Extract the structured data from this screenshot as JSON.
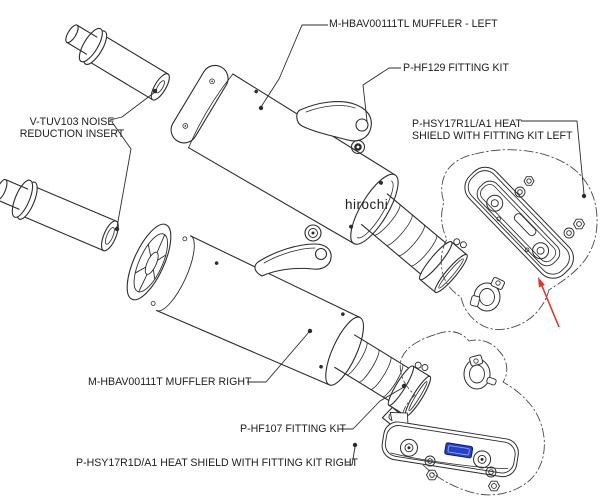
{
  "watermark": {
    "text": "hirochi",
    "color": "#9e9e9e"
  },
  "colors": {
    "line": "#2c2c2c",
    "boundary": "#4a4a4a",
    "badge_blue": "#2742c8",
    "badge_blue_dark": "#0d1c5e",
    "arrow_red": "#d93a26"
  },
  "labels": {
    "muffler_left": "M-HBAV00111TL MUFFLER - LEFT",
    "fitting_kit_left": "P-HF129 FITTING KIT",
    "noise_insert_line1": "V-TUV103 NOISE",
    "noise_insert_line2": "REDUCTION INSERT",
    "heat_shield_left_line1": "P-HSY17R1L/A1 HEAT",
    "heat_shield_left_line2": "SHIELD WITH FITTING KIT LEFT",
    "muffler_right": "M-HBAV00111T MUFFLER RIGHT",
    "fitting_kit_right": "P-HF107 FITTING KIT",
    "heat_shield_right": "P-HSY17R1D/A1 HEAT SHIELD WITH FITTING KIT RIGHT"
  }
}
